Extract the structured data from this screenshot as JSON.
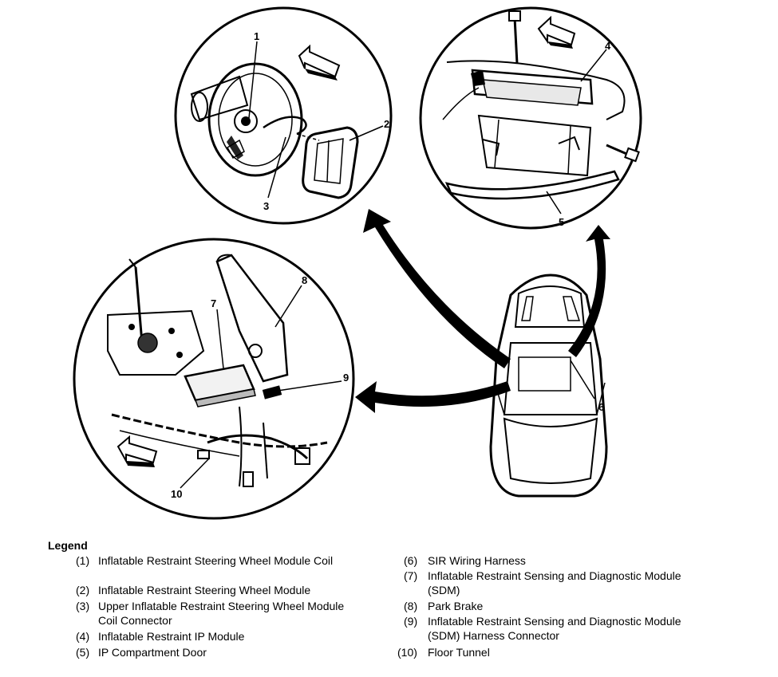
{
  "legend": {
    "title": "Legend",
    "items": [
      {
        "num": "(1)",
        "text": "Inflatable Restraint Steering Wheel Module Coil"
      },
      {
        "num": "(2)",
        "text": "Inflatable Restraint Steering Wheel Module"
      },
      {
        "num": "(3)",
        "text": "Upper Inflatable Restraint Steering Wheel Module Coil Connector"
      },
      {
        "num": "(4)",
        "text": "Inflatable Restraint IP Module"
      },
      {
        "num": "(5)",
        "text": "IP Compartment Door"
      },
      {
        "num": "(6)",
        "text": "SIR Wiring Harness"
      },
      {
        "num": "(7)",
        "text": "Inflatable Restraint Sensing and Diagnostic Module (SDM)"
      },
      {
        "num": "(8)",
        "text": "Park Brake"
      },
      {
        "num": "(9)",
        "text": "Inflatable Restraint Sensing and Diagnostic Module (SDM) Harness Connector"
      },
      {
        "num": "(10)",
        "text": "Floor Tunnel"
      }
    ]
  },
  "callouts": [
    "1",
    "2",
    "3",
    "4",
    "5",
    "6",
    "7",
    "8",
    "9",
    "10"
  ]
}
